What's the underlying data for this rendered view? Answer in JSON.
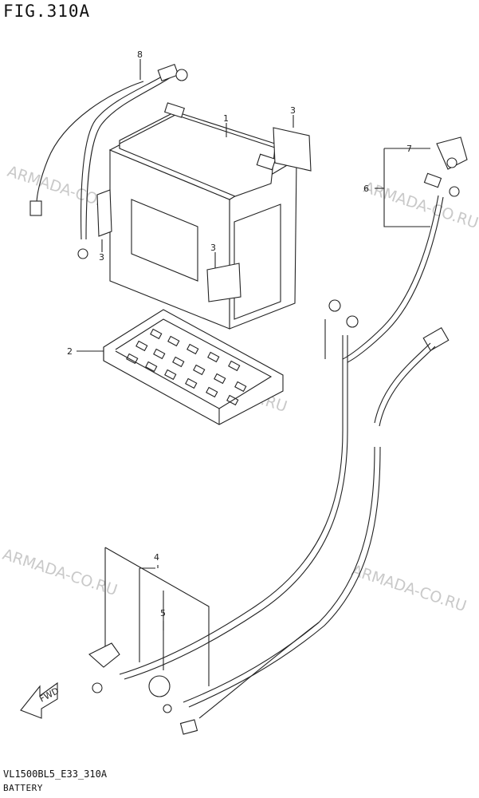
{
  "header": {
    "title": "FIG.310A"
  },
  "footer": {
    "code": "VL1500BL5_E33_310A",
    "section": "BATTERY"
  },
  "watermark": {
    "text": "ARMADA-CO.RU",
    "color": "#c9c9c9"
  },
  "direction_arrow": {
    "label": "FWD"
  },
  "callouts": [
    {
      "id": "p1",
      "number": "1"
    },
    {
      "id": "p2",
      "number": "2"
    },
    {
      "id": "p3a",
      "number": "3"
    },
    {
      "id": "p3b",
      "number": "3"
    },
    {
      "id": "p3c",
      "number": "3"
    },
    {
      "id": "p4",
      "number": "4"
    },
    {
      "id": "p5",
      "number": "5"
    },
    {
      "id": "p6",
      "number": "6"
    },
    {
      "id": "p7",
      "number": "7"
    },
    {
      "id": "p8",
      "number": "8"
    }
  ]
}
